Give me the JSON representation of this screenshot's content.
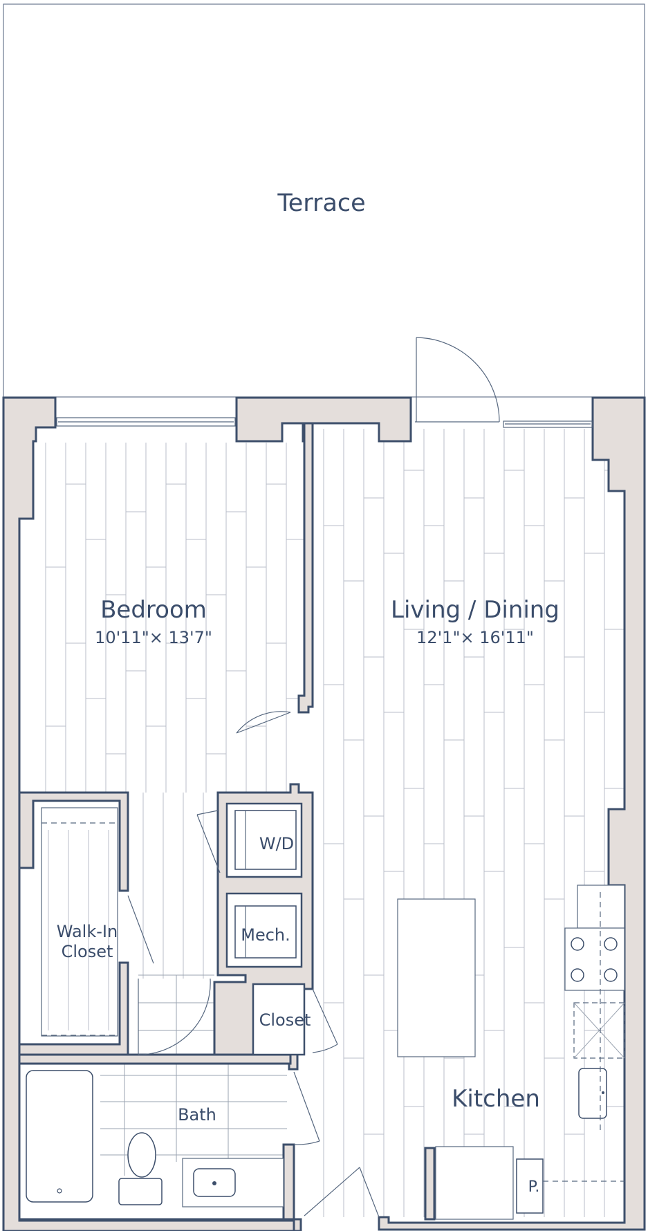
{
  "plan": {
    "colors": {
      "wall_fill": "#e4dedb",
      "wall_stroke": "#3d4f6b",
      "label": "#3b4d6b",
      "floor_lines": "#b8bec8"
    },
    "rooms": {
      "terrace": {
        "name": "Terrace"
      },
      "bedroom": {
        "name": "Bedroom",
        "dims": "10'11\"× 13'7\""
      },
      "living": {
        "name": "Living / Dining",
        "dims": "12'1\"× 16'11\""
      },
      "walkin": {
        "line1": "Walk-In",
        "line2": "Closet"
      },
      "wd": {
        "name": "W/D"
      },
      "mech": {
        "name": "Mech."
      },
      "closet": {
        "name": "Closet"
      },
      "bath": {
        "name": "Bath"
      },
      "kitchen": {
        "name": "Kitchen"
      },
      "pantry": {
        "name": "P."
      }
    }
  }
}
